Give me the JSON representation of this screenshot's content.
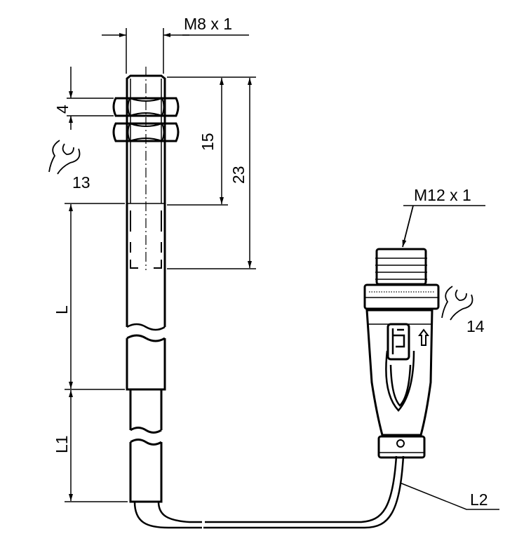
{
  "labels": {
    "sensor_thread": "M8 x 1",
    "nut_height": "4",
    "wrench_size_sensor": "13",
    "thread_length": "15",
    "housing_length": "23",
    "length_l": "L",
    "length_l1": "L1",
    "connector_thread": "M12 x 1",
    "wrench_size_connector": "14",
    "cable_length_l2": "L2"
  },
  "colors": {
    "line": "#000000",
    "background": "#ffffff"
  }
}
